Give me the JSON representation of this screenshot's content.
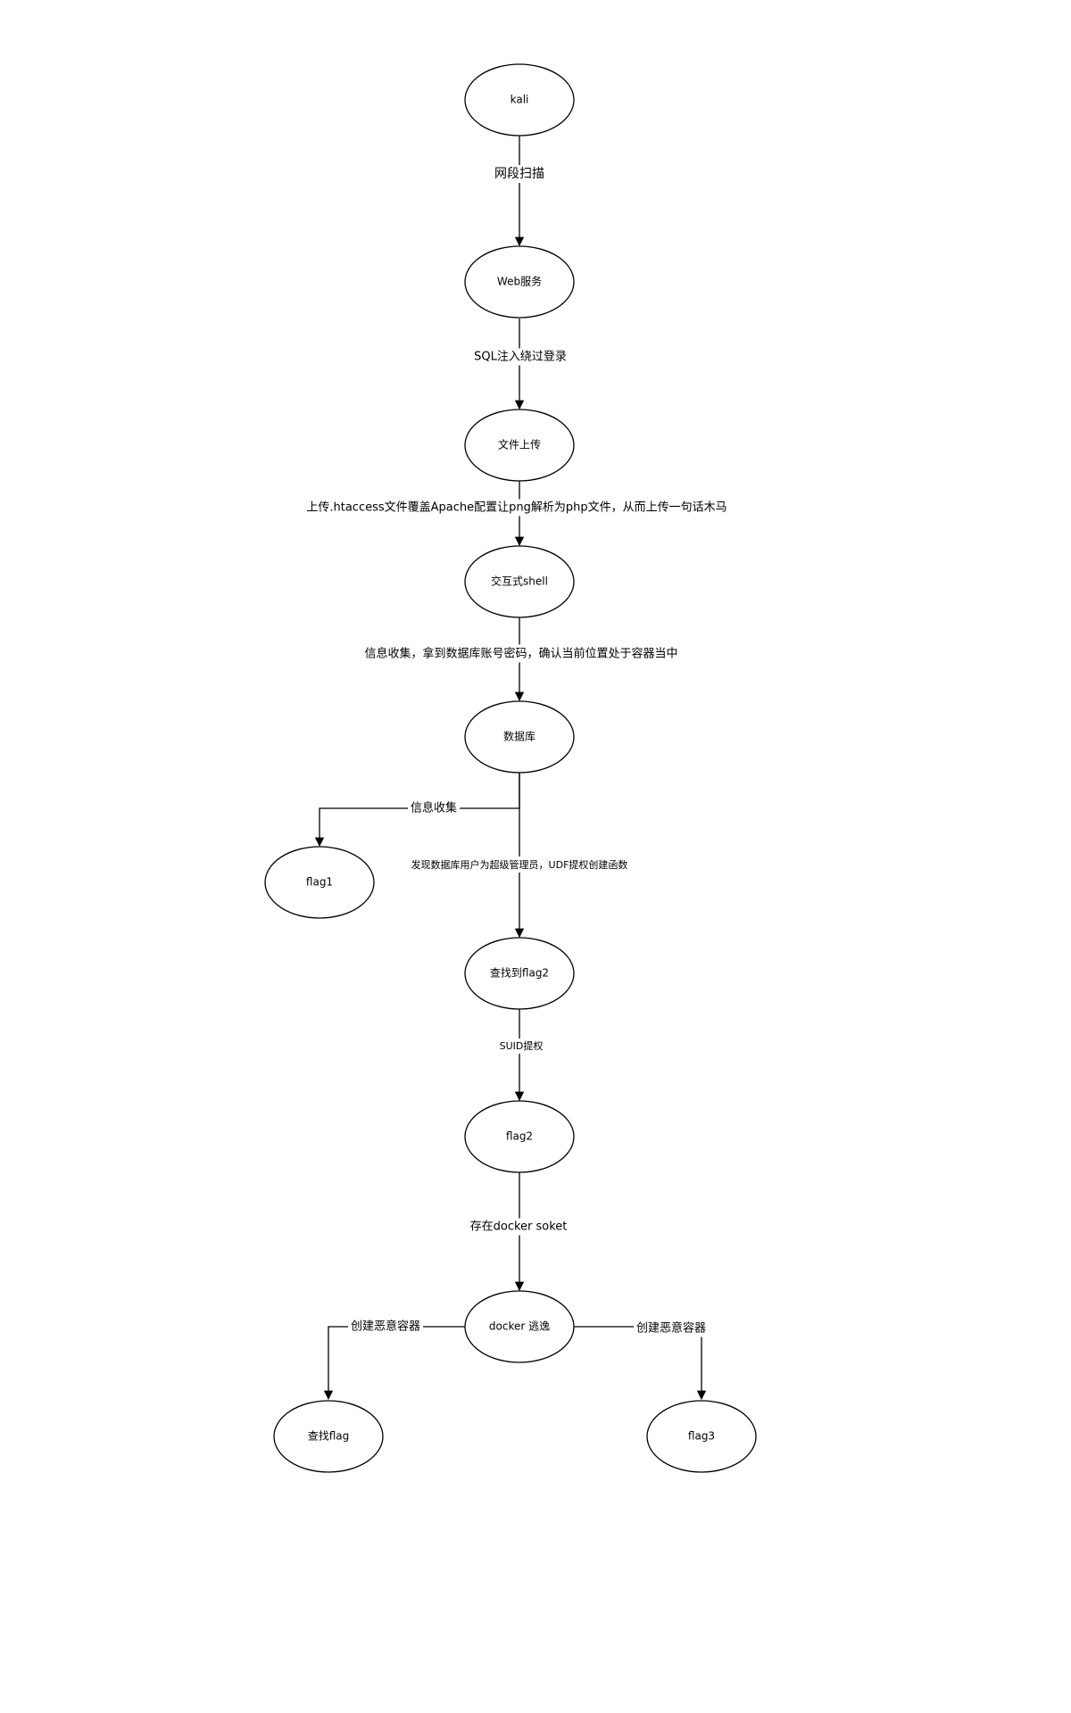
{
  "diagram": {
    "nodes": {
      "kali": "kali",
      "web": "Web服务",
      "upload": "文件上传",
      "shell": "交互式shell",
      "db": "数据库",
      "flag1": "flag1",
      "findflag2": "查找到flag2",
      "flag2": "flag2",
      "docker": "docker 逃逸",
      "findflag": "查找flag",
      "flag3": "flag3"
    },
    "edges": {
      "scan": "网段扫描",
      "sqli": "SQL注入绕过登录",
      "htaccess": "上传.htaccess文件覆盖Apache配置让png解析为php文件，从而上传一句话木马",
      "info": "信息收集，拿到数据库账号密码，确认当前位置处于容器当中",
      "info2": "信息收集",
      "udf": "发现数据库用户为超级管理员，UDF提权创建函数",
      "suid": "SUID提权",
      "socket": "存在docker soket",
      "malicious_left": "创建恶意容器",
      "malicious_right": "创建恶意容器"
    }
  }
}
